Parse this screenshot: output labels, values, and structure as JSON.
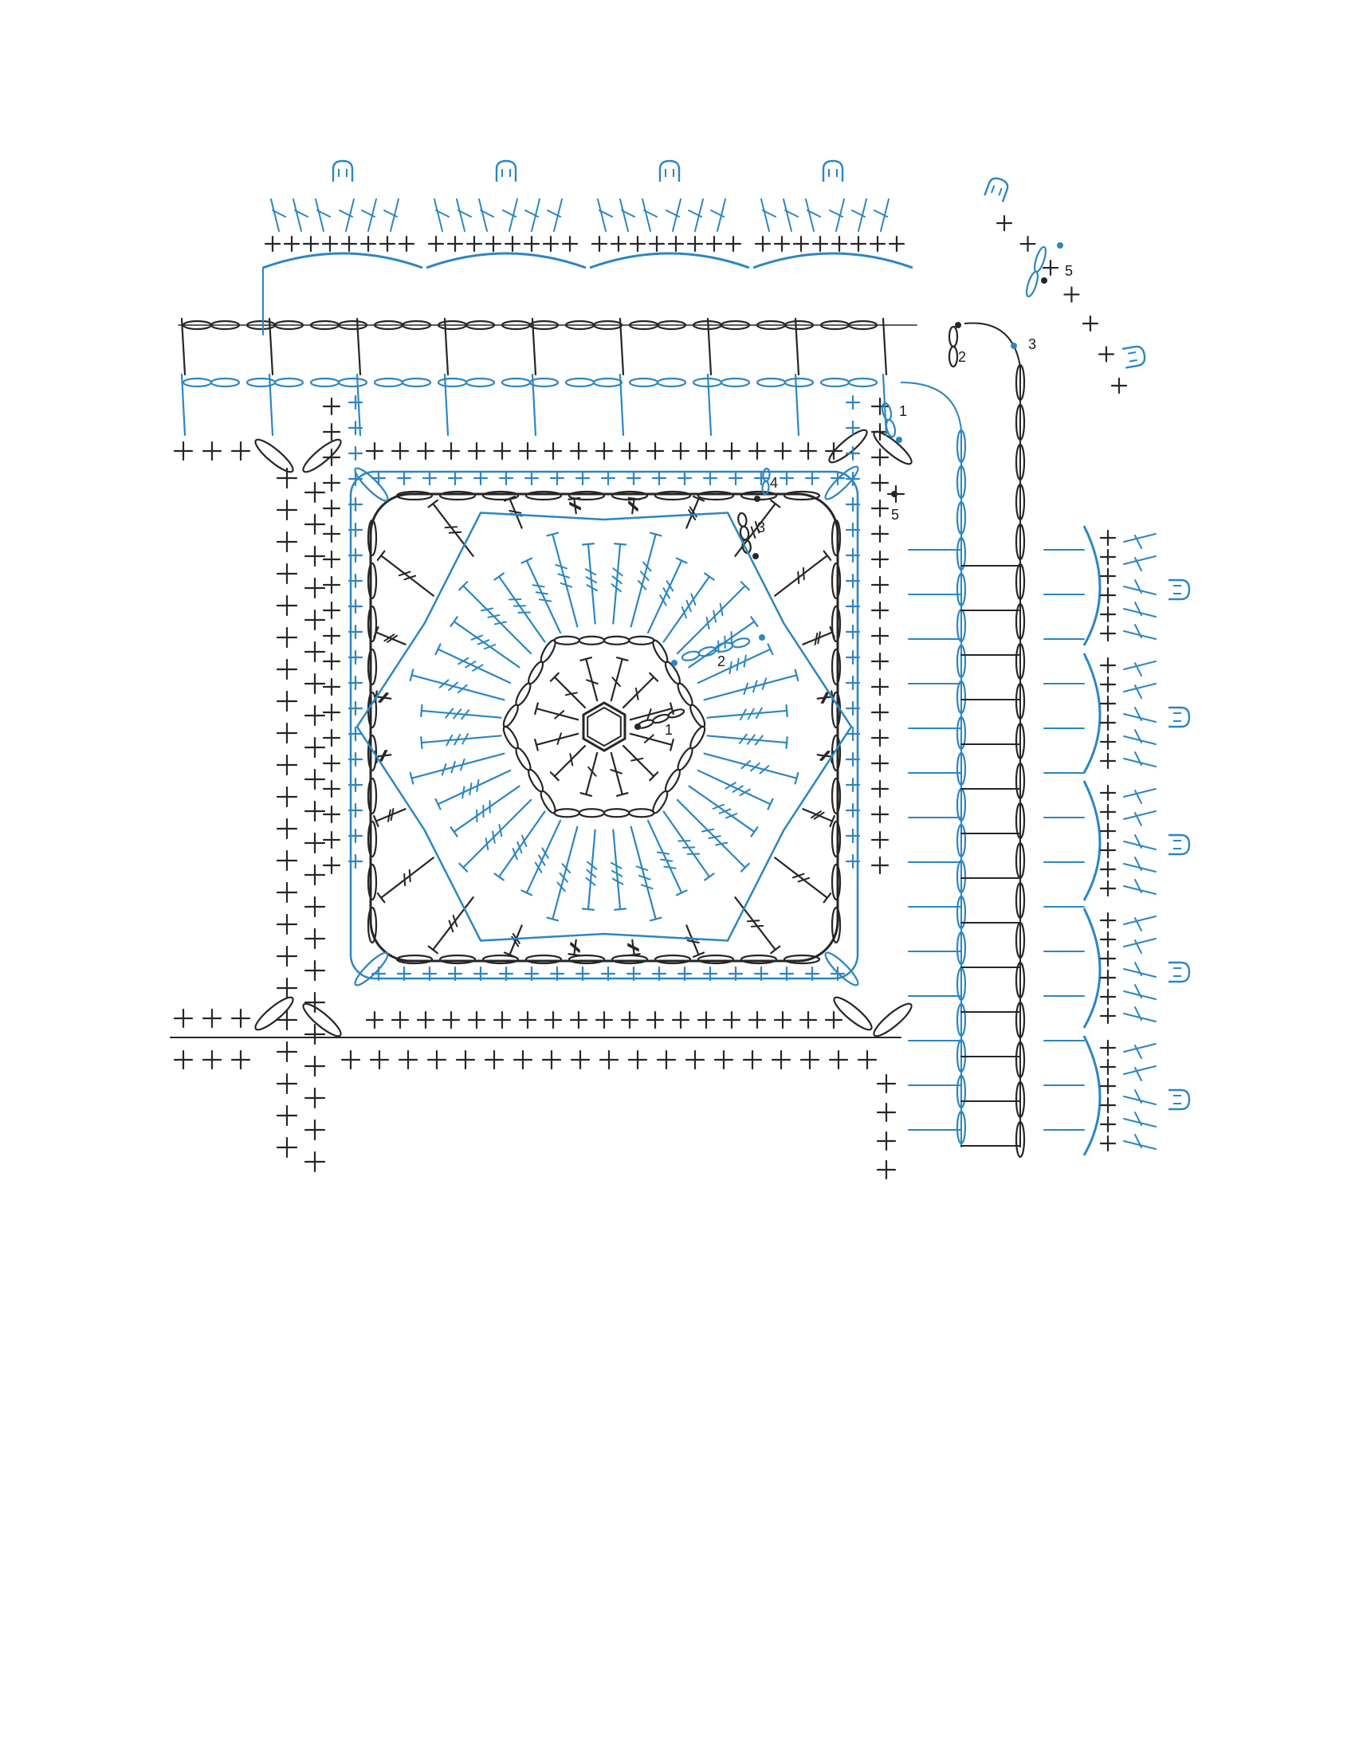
{
  "colors": {
    "dark": "#262626",
    "blue": "#2c86c2",
    "background": "#ffffff"
  },
  "motif_round_labels": [
    "1",
    "2",
    "3",
    "4",
    "5"
  ],
  "border_round_labels": [
    "1",
    "2",
    "3",
    "5"
  ],
  "symbols": [
    "chain",
    "single-crochet",
    "double-crochet",
    "treble-crochet",
    "picot",
    "slip-stitch"
  ]
}
